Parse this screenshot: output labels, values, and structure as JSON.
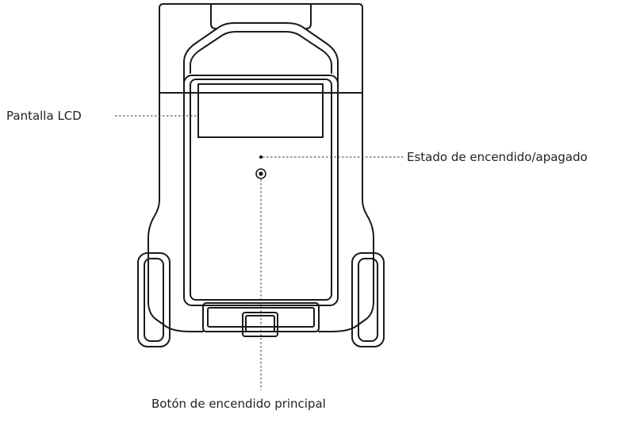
{
  "labels": {
    "lcd_screen": "Pantalla LCD",
    "power_status": "Estado de encendido/apagado",
    "main_power_button": "Botón de encendido principal"
  },
  "colors": {
    "stroke": "#1a1a1a",
    "leader_line": "#333333",
    "background": "#ffffff"
  }
}
